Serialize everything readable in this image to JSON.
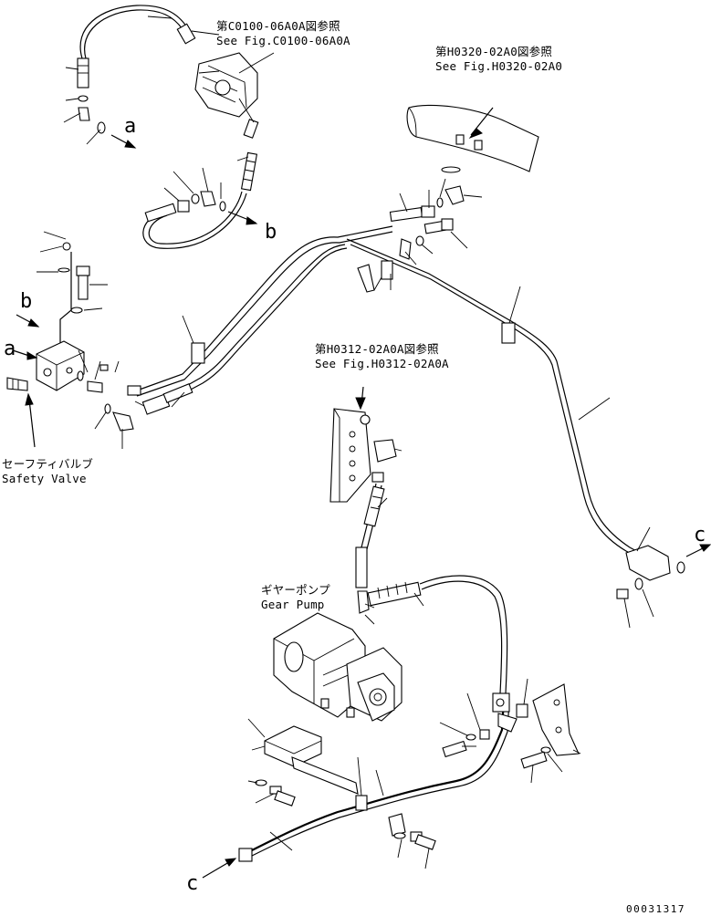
{
  "references": {
    "c0100": {
      "jp": "第C0100-06A0A図参照",
      "en": "See Fig.C0100-06A0A"
    },
    "h0320": {
      "jp": "第H0320-02A0図参照",
      "en": "See Fig.H0320-02A0"
    },
    "h0312": {
      "jp": "第H0312-02A0A図参照",
      "en": "See Fig.H0312-02A0A"
    }
  },
  "components": {
    "safety_valve": {
      "jp": "セーフティバルブ",
      "en": "Safety Valve"
    },
    "gear_pump": {
      "jp": "ギヤーポンプ",
      "en": "Gear Pump"
    }
  },
  "connection_marks": {
    "a_top": "a",
    "a_left": "a",
    "b_mid": "b",
    "b_left": "b",
    "c_right": "c",
    "c_bottom": "c"
  },
  "drawing_number": "00031317"
}
